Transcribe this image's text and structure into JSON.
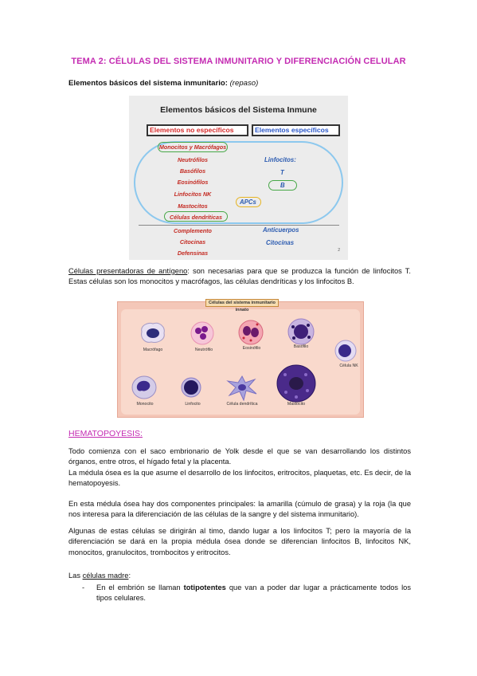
{
  "title": "TEMA 2: CÉLULAS DEL SISTEMA INMUNITARIO Y DIFERENCIACIÓN CELULAR",
  "subheading": {
    "text": "Elementos básicos del sistema inmunitario:",
    "note": "(repaso)"
  },
  "figure1": {
    "title": "Elementos básicos del Sistema Inmune",
    "nonspecific_header": "Elementos no específicos",
    "specific_header": "Elementos específicos",
    "nonspecific_items": [
      "Monocitos y Macrófagos",
      "Neutrófilos",
      "Basófilos",
      "Eosinófilos",
      "Linfocitos NK",
      "Mastocitos",
      "Células dendríticas"
    ],
    "specific_items": [
      "Linfocitos:",
      "T",
      "B"
    ],
    "apcs": "APCs",
    "humoral_nonspecific": [
      "Complemento",
      "Citocinas",
      "Defensinas"
    ],
    "humoral_specific": [
      "Anticuerpos",
      "Citocinas"
    ],
    "page_number": "2",
    "colors": {
      "red": "#c42a22",
      "blue": "#2a5ab0",
      "green": "#48a848",
      "yellow": "#e6b422",
      "oval": "#8cc8ee"
    }
  },
  "apc_paragraph": {
    "term": "Células presentadoras de antígeno",
    "text": ": son necesarias para que se produzca la función de linfocitos T. Estas células son los monocitos y macrófagos, las células dendríticas y los linfocitos B."
  },
  "figure2": {
    "title": "Células del sistema inmunitario innato",
    "cells": [
      "Macrófago",
      "Neutrófilo",
      "Eosinófilo",
      "Basófilo",
      "Célula NK",
      "Monocito",
      "Linfocito",
      "Célula dendrítica",
      "Mastocito"
    ]
  },
  "hematopoyesis": {
    "heading": "HEMATOPOYESIS:",
    "p1_line1": "Todo comienza con el saco embrionario de Yolk desde el que se van desarrollando los distintos órganos, entre otros, el hígado fetal y la placenta.",
    "p1_line2": "La médula ósea es la que asume el desarrollo de los linfocitos, eritrocitos, plaquetas, etc. Es decir, de la hematopoyesis.",
    "p2": "En esta médula ósea hay dos componentes principales: la amarilla (cúmulo de grasa) y la roja (la que nos interesa para la diferenciación de las células de la sangre y del sistema inmunitario).",
    "p3": "Algunas de estas células se dirigirán al timo, dando lugar a los linfocitos T; pero la mayoría de la diferenciación se dará en la propia médula ósea donde se diferencian linfocitos B, linfocitos NK, monocitos, granulocitos, trombocitos y eritrocitos.",
    "stem_label": "células madre",
    "stem_prefix": "Las ",
    "stem_suffix": ":",
    "bullet_dash": "-",
    "bullet_pre": "En el embrión se llaman ",
    "bullet_bold": "totipotentes",
    "bullet_post": " que van a poder dar lugar a prácticamente todos los tipos celulares."
  }
}
